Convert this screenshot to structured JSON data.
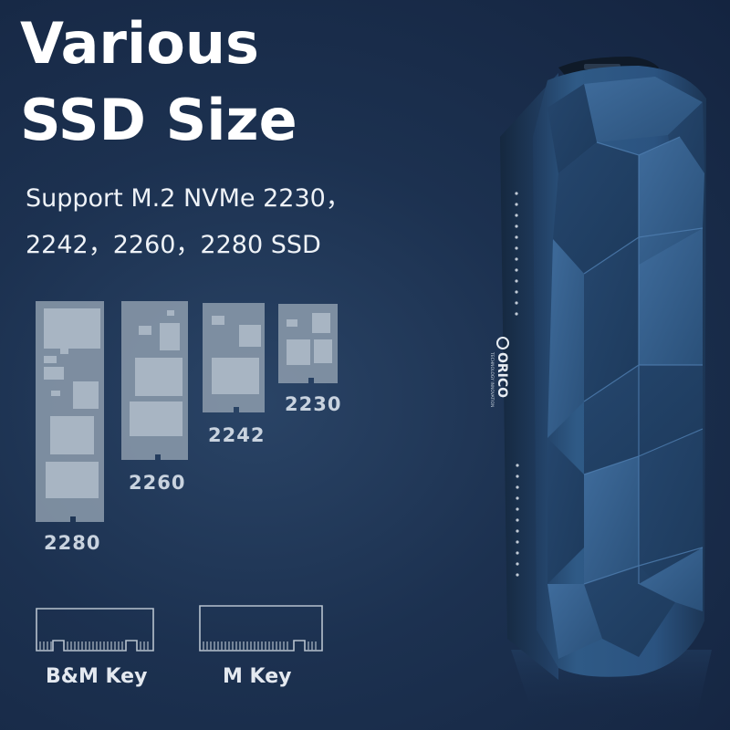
{
  "headline": {
    "line1": "Various",
    "line2": "SSD Size"
  },
  "subtitle": {
    "line1": "Support M.2 NVMe 2230，",
    "line2": "2242，2260，2280 SSD"
  },
  "ssd_sizes": [
    {
      "label": "2280"
    },
    {
      "label": "2260"
    },
    {
      "label": "2242"
    },
    {
      "label": "2230"
    }
  ],
  "keys": {
    "bm_label": "B&M Key",
    "m_label": "M Key"
  },
  "product": {
    "brand_text": "ORICO",
    "brand_tagline": "TECHNOLOGY INNOVATION"
  },
  "colors": {
    "background": "#1c3150",
    "enclosure": "#2d5580",
    "ssd_card": "#8d9cad"
  }
}
